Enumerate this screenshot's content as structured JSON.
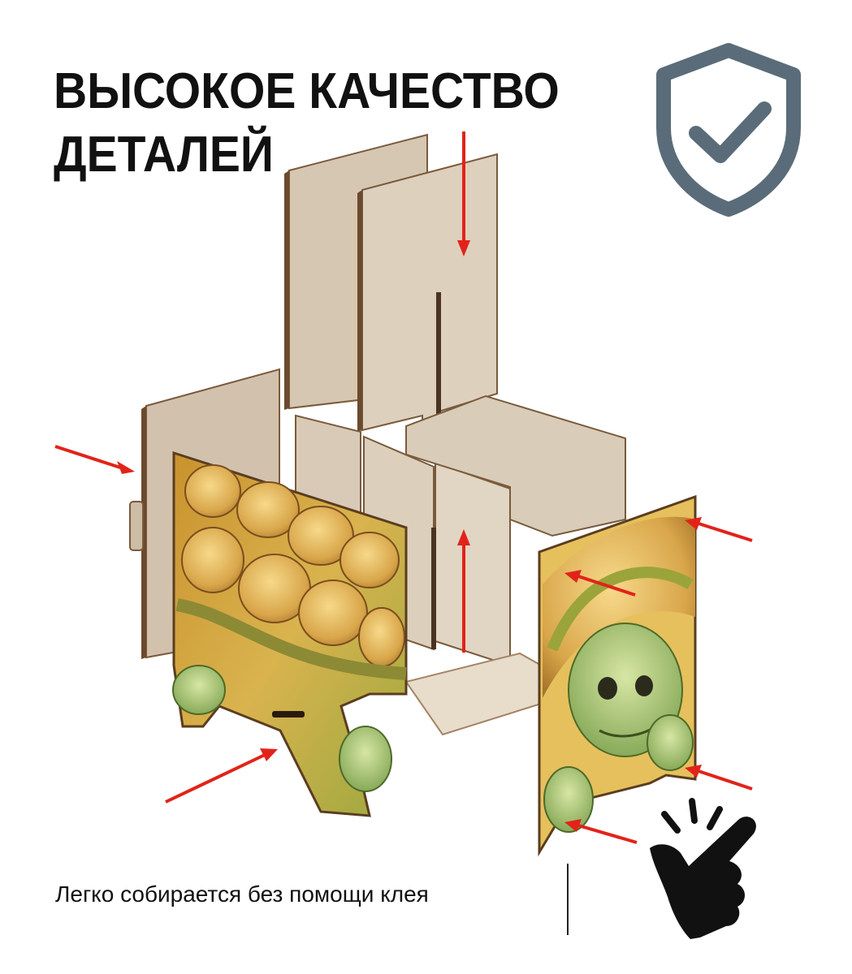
{
  "headline": {
    "line1": "ВЫСОКОЕ КАЧЕСТВО",
    "line2": "ДЕТАЛЕЙ"
  },
  "caption": "Легко собирается без помощи клея",
  "icons": {
    "badge": "shield-check-icon",
    "pointer": "pointing-hand-icon"
  },
  "colors": {
    "shield": "#5a6c79",
    "arrow": "#e2231a",
    "board": "#d9cbb7",
    "board_edge": "#7a5a3c"
  }
}
